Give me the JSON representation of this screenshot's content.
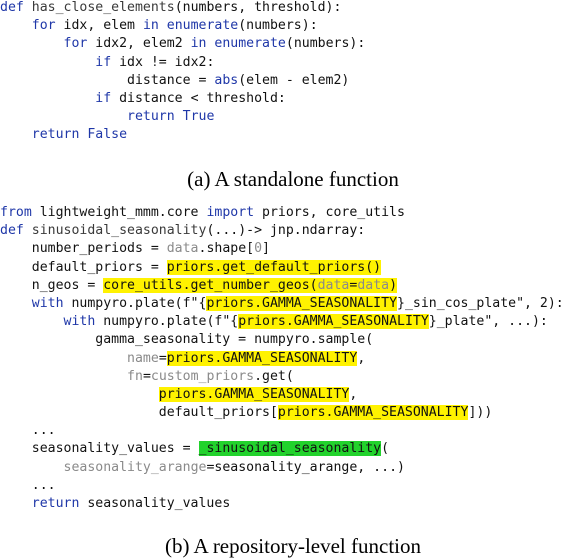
{
  "figure": {
    "captions": {
      "a": "(a) A standalone function",
      "b": "(b) A repository-level function"
    },
    "code_a": {
      "lines": [
        [
          {
            "t": "def ",
            "c": "kw"
          },
          {
            "t": "has_close_elements",
            "c": "fn"
          },
          {
            "t": "(numbers, threshold):",
            "c": ""
          }
        ],
        [
          {
            "t": "    ",
            "c": ""
          },
          {
            "t": "for ",
            "c": "kw"
          },
          {
            "t": "idx, elem ",
            "c": ""
          },
          {
            "t": "in ",
            "c": "kw"
          },
          {
            "t": "enumerate",
            "c": "kw"
          },
          {
            "t": "(numbers):",
            "c": ""
          }
        ],
        [
          {
            "t": "        ",
            "c": ""
          },
          {
            "t": "for ",
            "c": "kw"
          },
          {
            "t": "idx2, elem2 ",
            "c": ""
          },
          {
            "t": "in ",
            "c": "kw"
          },
          {
            "t": "enumerate",
            "c": "kw"
          },
          {
            "t": "(numbers):",
            "c": ""
          }
        ],
        [
          {
            "t": "            ",
            "c": ""
          },
          {
            "t": "if ",
            "c": "kw"
          },
          {
            "t": "idx != idx2:",
            "c": ""
          }
        ],
        [
          {
            "t": "                distance = ",
            "c": ""
          },
          {
            "t": "abs",
            "c": "kw"
          },
          {
            "t": "(elem - elem2)",
            "c": ""
          }
        ],
        [
          {
            "t": "            ",
            "c": ""
          },
          {
            "t": "if ",
            "c": "kw"
          },
          {
            "t": "distance < threshold:",
            "c": ""
          }
        ],
        [
          {
            "t": "                ",
            "c": ""
          },
          {
            "t": "return ",
            "c": "kw"
          },
          {
            "t": "True",
            "c": "kw"
          }
        ],
        [
          {
            "t": "    ",
            "c": ""
          },
          {
            "t": "return ",
            "c": "kw"
          },
          {
            "t": "False",
            "c": "kw"
          }
        ]
      ]
    },
    "code_b": {
      "lines": [
        [
          {
            "t": "from ",
            "c": "kw"
          },
          {
            "t": "lightweight_mmm.core ",
            "c": ""
          },
          {
            "t": "import ",
            "c": "kw"
          },
          {
            "t": "priors, core_utils",
            "c": ""
          }
        ],
        [
          {
            "t": "def ",
            "c": "kw"
          },
          {
            "t": "sinusoidal_seasonality",
            "c": "fn"
          },
          {
            "t": "(...)-> jnp.ndarray:",
            "c": ""
          }
        ],
        [
          {
            "t": "    number_periods = ",
            "c": ""
          },
          {
            "t": "data",
            "c": "gray"
          },
          {
            "t": ".shape[",
            "c": ""
          },
          {
            "t": "0",
            "c": "gray"
          },
          {
            "t": "]",
            "c": ""
          }
        ],
        [
          {
            "t": "    default_priors = ",
            "c": ""
          },
          {
            "t": "priors.get_default_priors()",
            "c": "hl"
          }
        ],
        [
          {
            "t": "    n_geos = ",
            "c": ""
          },
          {
            "t": "core_utils.get_number_geos(",
            "c": "hl"
          },
          {
            "t": "data",
            "c": "hl gray"
          },
          {
            "t": "=",
            "c": "hl"
          },
          {
            "t": "data",
            "c": "hl gray"
          },
          {
            "t": ")",
            "c": "hl"
          }
        ],
        [
          {
            "t": "    ",
            "c": ""
          },
          {
            "t": "with ",
            "c": "kw"
          },
          {
            "t": "numpyro.plate(f\"{",
            "c": ""
          },
          {
            "t": "priors.GAMMA_SEASONALITY",
            "c": "hl"
          },
          {
            "t": "}_sin_cos_plate\", 2):",
            "c": ""
          }
        ],
        [
          {
            "t": "        ",
            "c": ""
          },
          {
            "t": "with ",
            "c": "kw"
          },
          {
            "t": "numpyro.plate(f\"{",
            "c": ""
          },
          {
            "t": "priors.GAMMA_SEASONALITY",
            "c": "hl"
          },
          {
            "t": "}_plate\", ...):",
            "c": ""
          }
        ],
        [
          {
            "t": "            gamma_seasonality = numpyro.sample(",
            "c": ""
          }
        ],
        [
          {
            "t": "                ",
            "c": ""
          },
          {
            "t": "name",
            "c": "gray"
          },
          {
            "t": "=",
            "c": ""
          },
          {
            "t": "priors.GAMMA_SEASONALITY",
            "c": "hl"
          },
          {
            "t": ",",
            "c": ""
          }
        ],
        [
          {
            "t": "                ",
            "c": ""
          },
          {
            "t": "fn",
            "c": "gray"
          },
          {
            "t": "=",
            "c": ""
          },
          {
            "t": "custom_priors",
            "c": "gray"
          },
          {
            "t": ".get(",
            "c": ""
          }
        ],
        [
          {
            "t": "                    ",
            "c": ""
          },
          {
            "t": "priors.GAMMA_SEASONALITY",
            "c": "hl"
          },
          {
            "t": ",",
            "c": ""
          }
        ],
        [
          {
            "t": "                    default_priors[",
            "c": ""
          },
          {
            "t": "priors.GAMMA_SEASONALITY",
            "c": "hl"
          },
          {
            "t": "]))",
            "c": ""
          }
        ],
        [
          {
            "t": "    ...",
            "c": ""
          }
        ],
        [
          {
            "t": "    seasonality_values = ",
            "c": ""
          },
          {
            "t": "_sinusoidal_seasonality",
            "c": "hlg"
          },
          {
            "t": "(",
            "c": ""
          }
        ],
        [
          {
            "t": "        ",
            "c": ""
          },
          {
            "t": "seasonality_arange",
            "c": "gray"
          },
          {
            "t": "=seasonality_arange, ...)",
            "c": ""
          }
        ],
        [
          {
            "t": "    ...",
            "c": ""
          }
        ],
        [
          {
            "t": "    ",
            "c": ""
          },
          {
            "t": "return ",
            "c": "kw"
          },
          {
            "t": "seasonality_values",
            "c": ""
          }
        ]
      ]
    }
  }
}
